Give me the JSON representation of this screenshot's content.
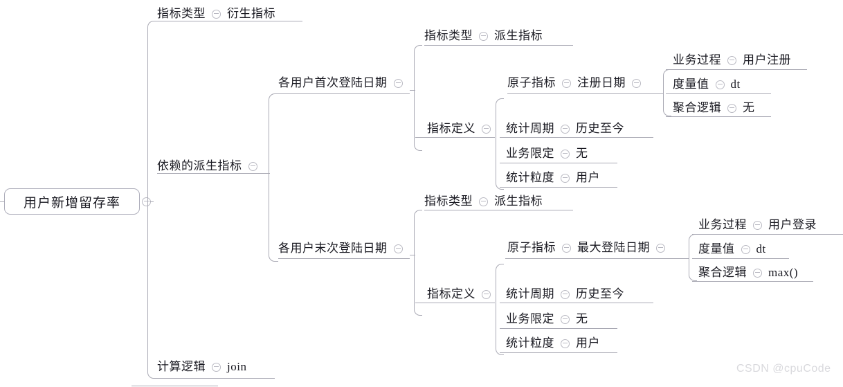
{
  "diagram": {
    "title": "用户新增留存率",
    "root": {
      "label": "用户新增留存率"
    },
    "toggle_icon": "collapse-minus-circle-icon",
    "watermark": "CSDN @cpuCode",
    "colors": {
      "text": "#1a1a22",
      "line": "#a9a9b4",
      "toggle": "#b9b9c2",
      "background": "#ffffff",
      "watermark": "#d9d9dd"
    },
    "nodes": {
      "l1_metric_type": {
        "label": "指标类型",
        "value": "衍生指标"
      },
      "l1_dependent": {
        "label": "依赖的派生指标",
        "value": ""
      },
      "l1_calc_logic": {
        "label": "计算逻辑",
        "value": "join"
      },
      "b1_name": {
        "label": "各用户首次登陆日期",
        "value": ""
      },
      "b1_metric_type": {
        "label": "指标类型",
        "value": "派生指标"
      },
      "b1_atomic": {
        "label": "原子指标",
        "value": "注册日期"
      },
      "b1_atomic_process": {
        "label": "业务过程",
        "value": "用户注册"
      },
      "b1_atomic_measure": {
        "label": "度量值",
        "value": "dt"
      },
      "b1_atomic_agg": {
        "label": "聚合逻辑",
        "value": "无"
      },
      "b1_def": {
        "label": "指标定义",
        "value": ""
      },
      "b1_def_period": {
        "label": "统计周期",
        "value": "历史至今"
      },
      "b1_def_limit": {
        "label": "业务限定",
        "value": "无"
      },
      "b1_def_grain": {
        "label": "统计粒度",
        "value": "用户"
      },
      "b2_name": {
        "label": "各用户末次登陆日期",
        "value": ""
      },
      "b2_metric_type": {
        "label": "指标类型",
        "value": "派生指标"
      },
      "b2_atomic": {
        "label": "原子指标",
        "value": "最大登陆日期"
      },
      "b2_atomic_process": {
        "label": "业务过程",
        "value": "用户登录"
      },
      "b2_atomic_measure": {
        "label": "度量值",
        "value": "dt"
      },
      "b2_atomic_agg": {
        "label": "聚合逻辑",
        "value": "max()"
      },
      "b2_def": {
        "label": "指标定义",
        "value": ""
      },
      "b2_def_period": {
        "label": "统计周期",
        "value": "历史至今"
      },
      "b2_def_limit": {
        "label": "业务限定",
        "value": "无"
      },
      "b2_def_grain": {
        "label": "统计粒度",
        "value": "用户"
      }
    }
  }
}
